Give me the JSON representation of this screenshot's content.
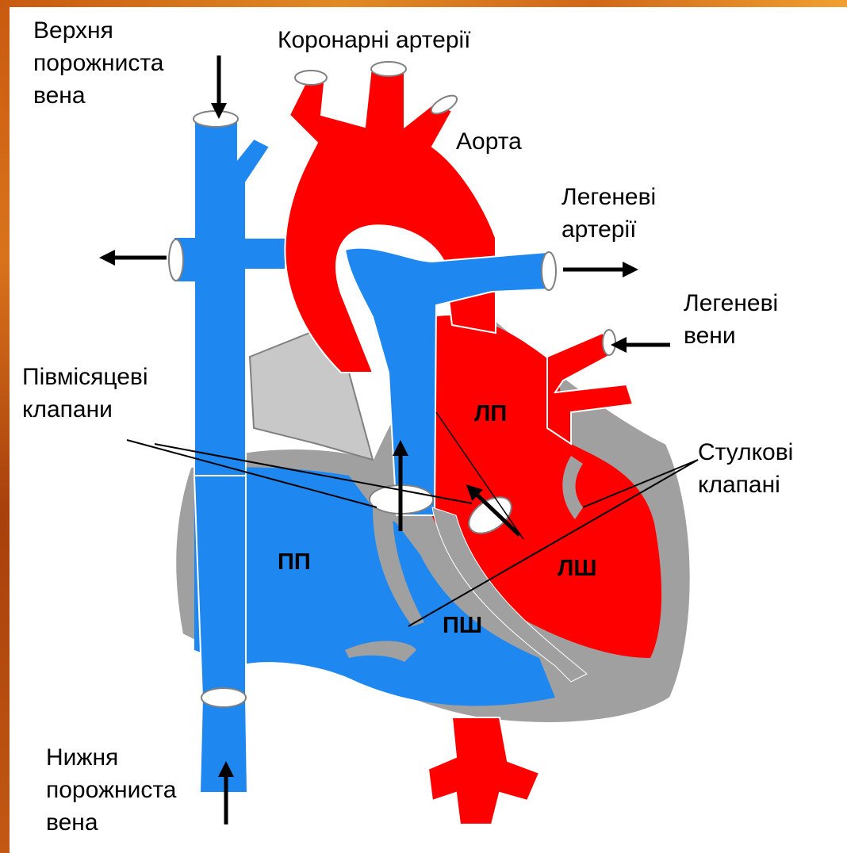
{
  "labels": {
    "superior_vena_cava": "Верхня\nпорожниста\nвена",
    "coronary_arteries": "Коронарні артерії",
    "aorta": "Аорта",
    "pulmonary_arteries": "Легеневі\nартерії",
    "pulmonary_veins": "Легеневі\nвени",
    "semilunar_valves": "Півмісяцеві\nклапани",
    "leaflet_valves": "Стулкові\nклапані",
    "inferior_vena_cava": "Нижня\nпорожниста\nвена"
  },
  "chambers": {
    "right_atrium": "ПП",
    "right_ventricle": "ПШ",
    "left_atrium": "ЛП",
    "left_ventricle": "ЛШ"
  },
  "colors": {
    "oxygenated": "#ff0000",
    "deoxygenated": "#1e87f0",
    "wall": "#a0a0a0",
    "frame": "#d9731b"
  },
  "icons": {
    "flow_arrow": "arrow",
    "vessel_opening": "white-ellipse"
  }
}
